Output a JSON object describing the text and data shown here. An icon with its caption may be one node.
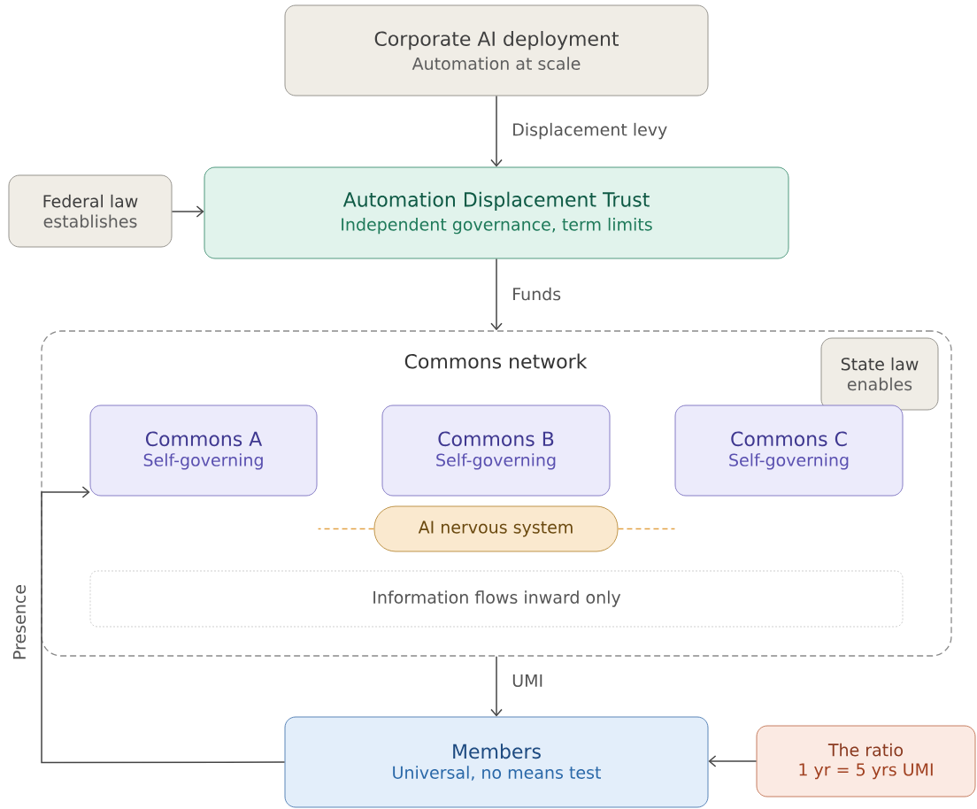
{
  "diagram": {
    "nodes": [
      {
        "text": [
          "Corporate AI deployment",
          "Automation at scale"
        ]
      },
      {
        "text": [
          "Federal law",
          "establishes"
        ]
      },
      {
        "text": [
          "Automation Displacement Trust",
          "Independent governance, term limits"
        ]
      },
      {
        "text": [
          "Commons network"
        ]
      },
      {
        "text": [
          "State law",
          "enables"
        ],
        "in": 3
      },
      {
        "text": [
          "Commons A",
          "Self-governing"
        ],
        "in": 3
      },
      {
        "text": [
          "Commons B",
          "Self-governing"
        ],
        "in": 3
      },
      {
        "text": [
          "Commons C",
          "Self-governing"
        ],
        "in": 3
      },
      {
        "text": [
          "AI nervous system"
        ],
        "in": 3
      },
      {
        "text": [
          "Information flows inward only"
        ],
        "in": 3
      },
      {
        "text": [
          "Members",
          "Universal, no means test"
        ]
      },
      {
        "text": [
          "The ratio",
          "1 yr = 5 yrs UMI"
        ]
      }
    ],
    "edges": [
      {
        "from": 0,
        "to": 2,
        "arrow": "to",
        "label": "Displacement levy"
      },
      {
        "from": 1,
        "to": 2,
        "arrow": "to"
      },
      {
        "from": 2,
        "to": 3,
        "arrow": "to",
        "label": "Funds"
      },
      {
        "from": 3,
        "to": 10,
        "arrow": "to",
        "label": "UMI"
      },
      {
        "from": 11,
        "to": 10,
        "arrow": "to"
      },
      {
        "from": 10,
        "to": 5,
        "arrow": "to",
        "label": "Presence"
      }
    ]
  }
}
